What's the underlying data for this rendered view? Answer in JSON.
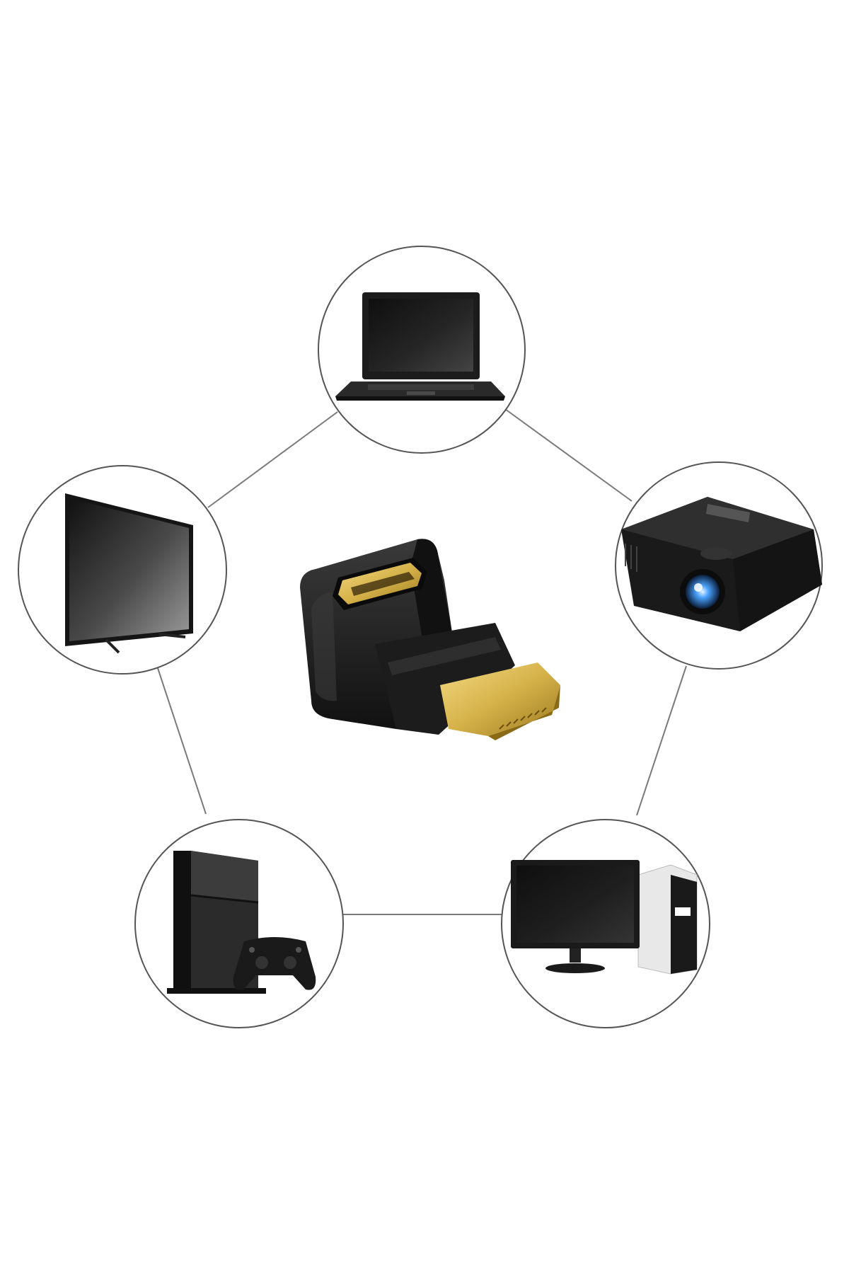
{
  "diagram": {
    "center": {
      "icon": "hdmi-right-angle-adapter-icon"
    },
    "nodes": [
      {
        "id": "laptop",
        "icon": "laptop-icon"
      },
      {
        "id": "projector",
        "icon": "projector-icon"
      },
      {
        "id": "desktop-computer",
        "icon": "desktop-computer-icon"
      },
      {
        "id": "game-console",
        "icon": "game-console-icon"
      },
      {
        "id": "tv",
        "icon": "tv-icon"
      }
    ],
    "connections": [
      [
        "laptop",
        "projector"
      ],
      [
        "projector",
        "desktop-computer"
      ],
      [
        "desktop-computer",
        "game-console"
      ],
      [
        "game-console",
        "tv"
      ],
      [
        "tv",
        "laptop"
      ]
    ],
    "colors": {
      "background": "#ffffff",
      "circle_stroke": "#555555",
      "device_dark": "#1c1c1c",
      "connector_gold": "#d6b24a"
    }
  }
}
